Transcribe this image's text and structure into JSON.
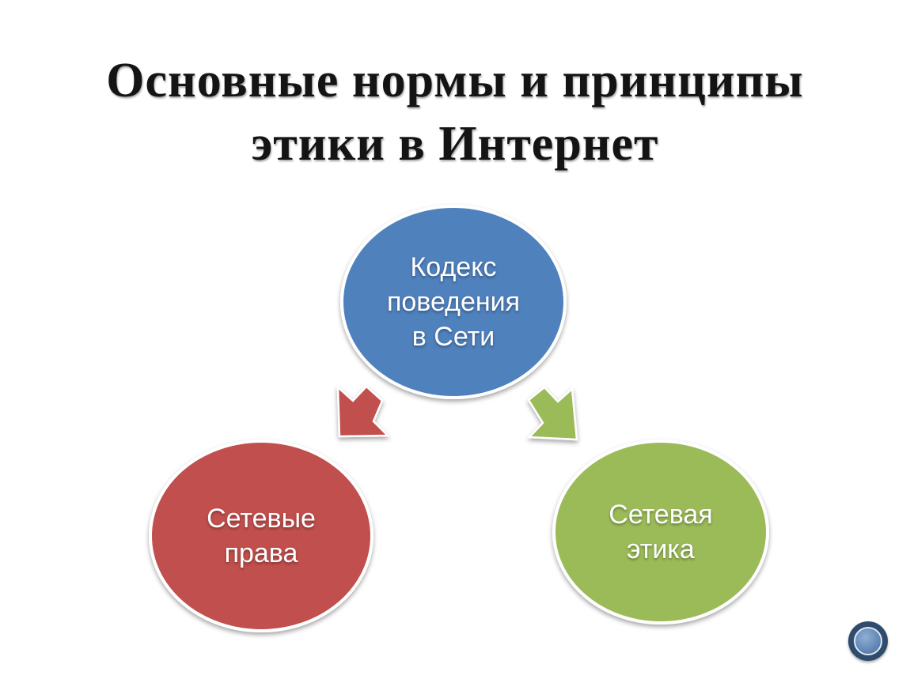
{
  "title": {
    "line1": "Основные нормы и принципы",
    "line2": "этики в Интернет"
  },
  "nodes": {
    "center": {
      "lines": [
        "Кодекс",
        "поведения",
        "в Сети"
      ],
      "color": "#4f81bd"
    },
    "left": {
      "lines": [
        "Сетевые",
        "права"
      ],
      "color": "#c0504d"
    },
    "right": {
      "lines": [
        "Сетевая",
        "этика"
      ],
      "color": "#9bbb59"
    }
  },
  "arrows": {
    "left": {
      "color": "#c0504d"
    },
    "right": {
      "color": "#9bbb59"
    }
  },
  "nav": {
    "icon": "circle-nav-icon"
  }
}
